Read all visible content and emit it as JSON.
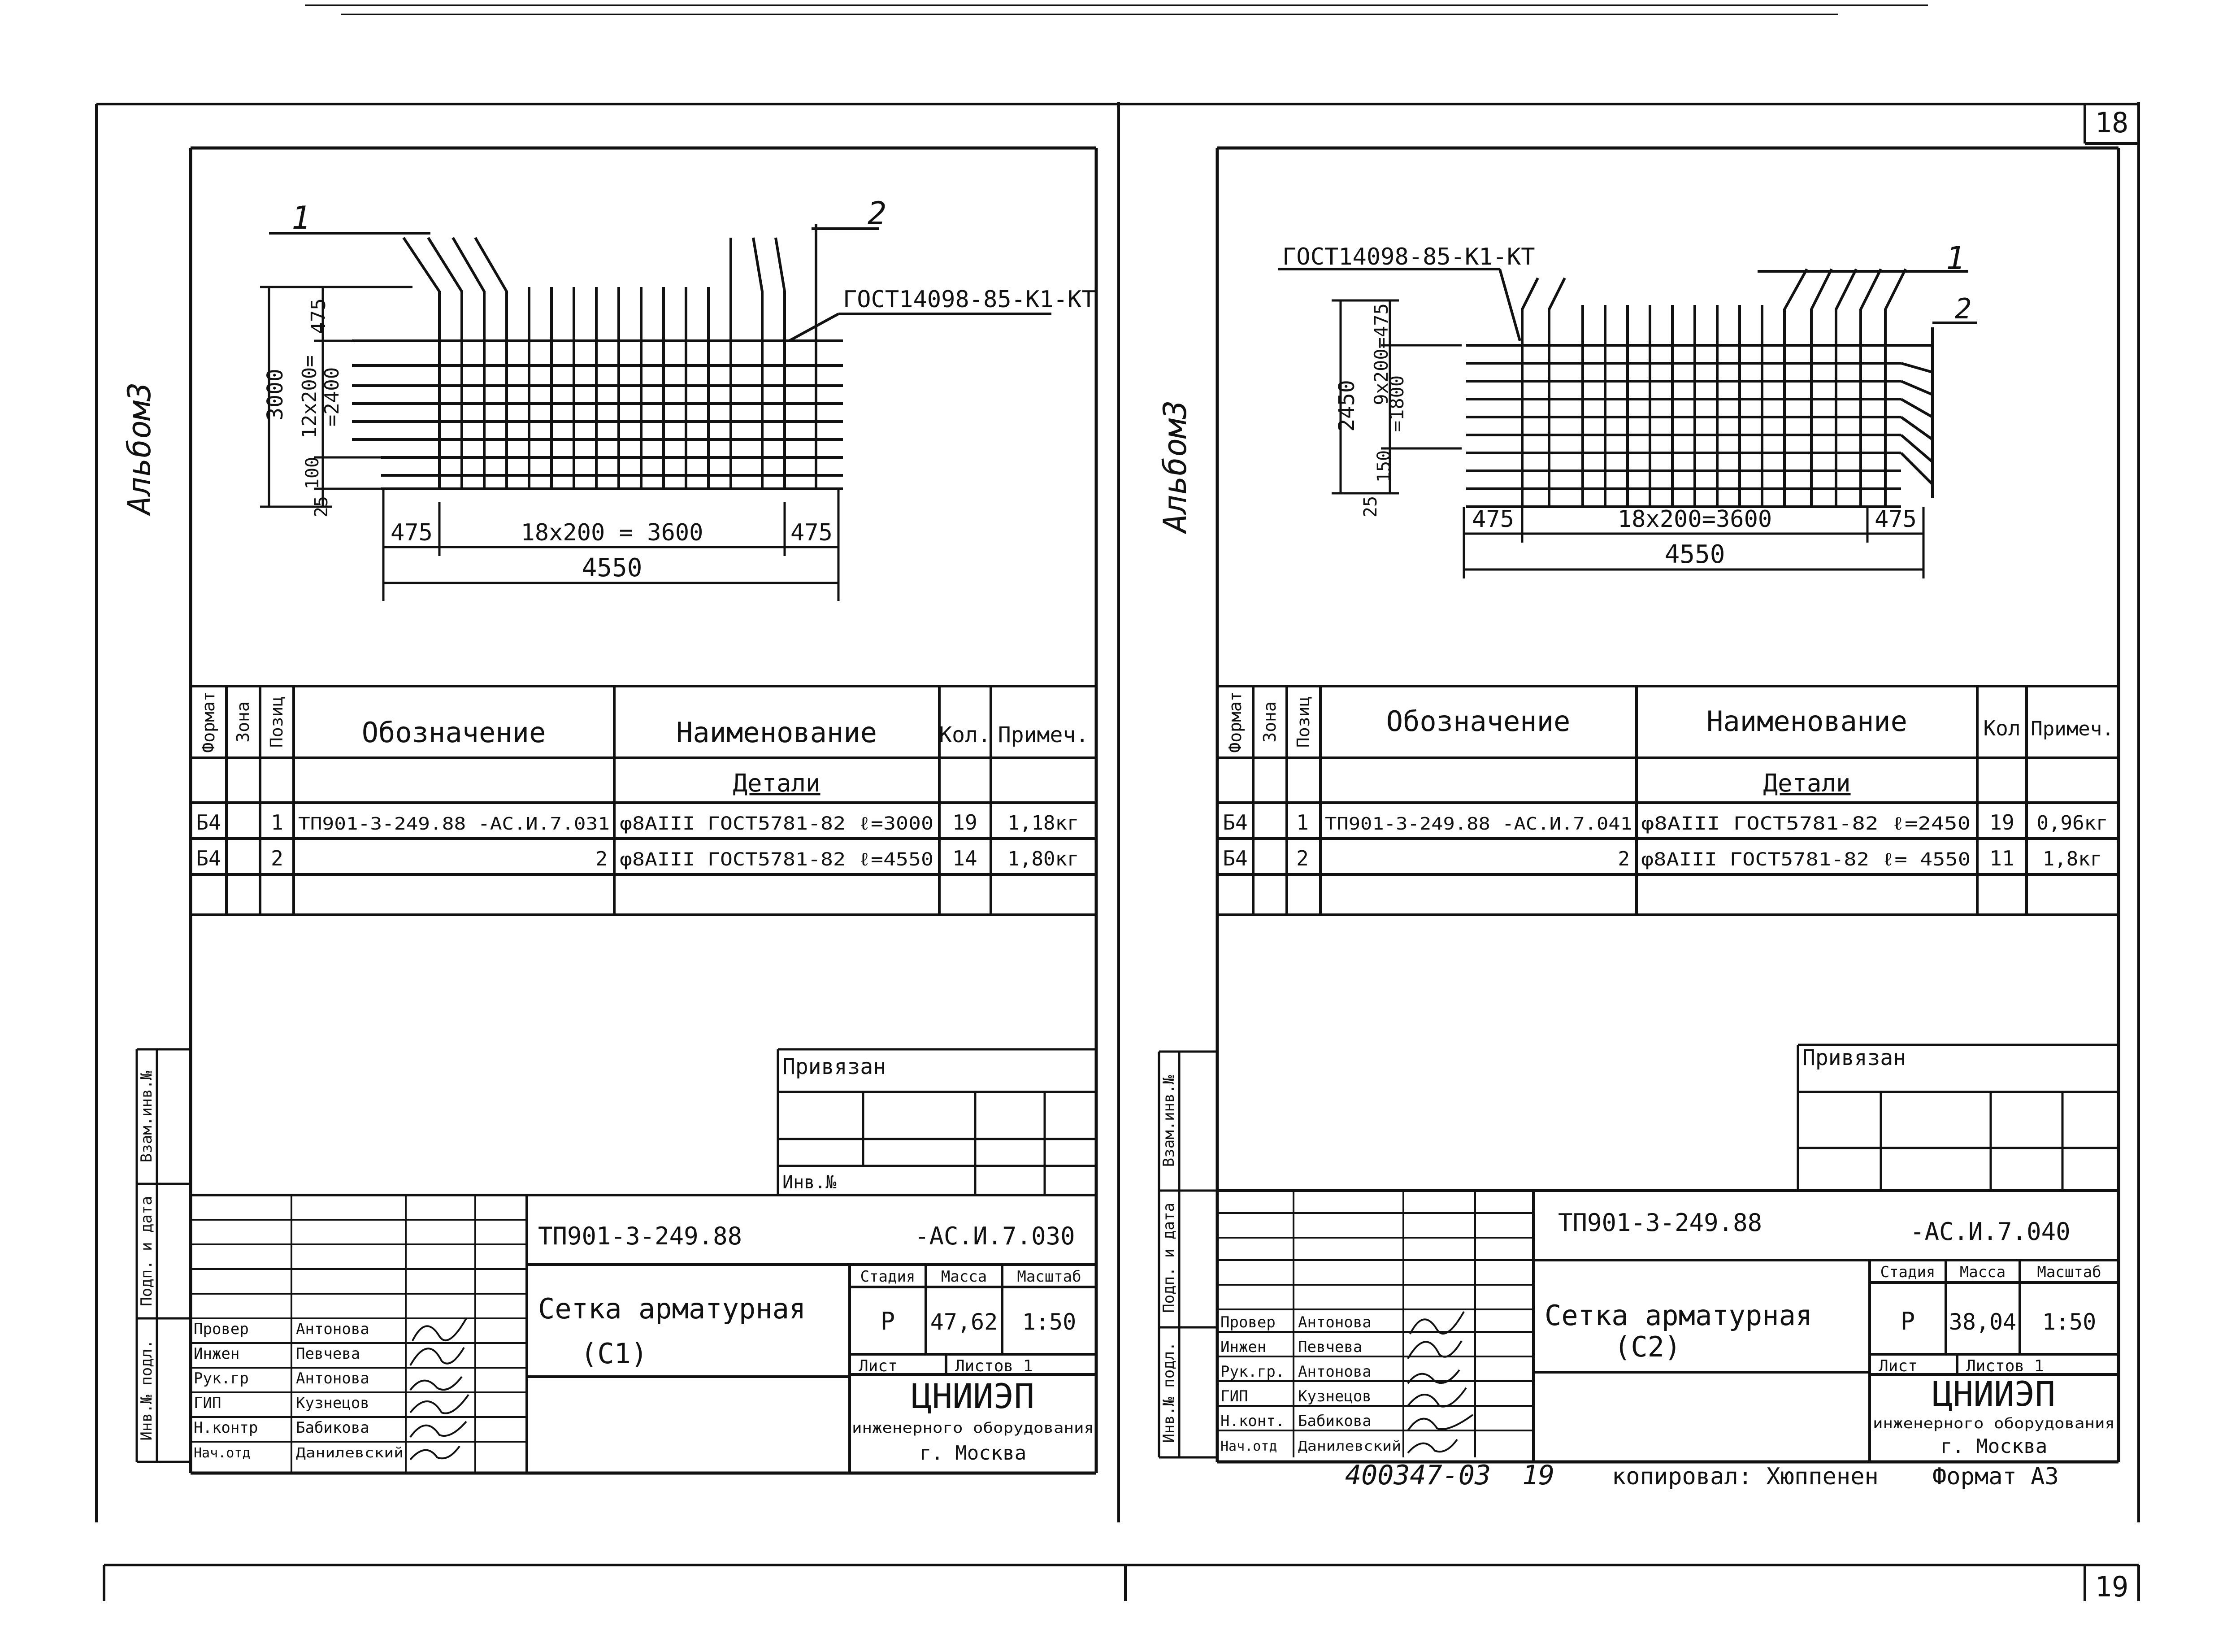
{
  "sheet": {
    "page_numbers": [
      "18",
      "19"
    ],
    "album_label": "Альбом3",
    "bottom_note": {
      "code": "400347-03",
      "num": "19",
      "copied": "копировал: Хюппенен",
      "format": "Формат А3"
    }
  },
  "drawings": [
    {
      "callout_1": "1",
      "callout_2": "2",
      "gost_note": "ГОСТ14098-85-К1-КТ",
      "dim_v_total": "3000",
      "dim_v_top": "475",
      "dim_v_mid": "12x200=",
      "dim_v_mid2": "=2400",
      "dim_v_low": "100",
      "dim_v_bot": "25",
      "dim_h_left": "475",
      "dim_h_mid": "18x200 = 3600",
      "dim_h_right": "475",
      "dim_h_total": "4550",
      "spec": {
        "headers": {
          "format": "Формат",
          "zone": "Зона",
          "pos": "Позиц",
          "designation": "Обозначение",
          "name": "Наименование",
          "qty": "Кол.",
          "note": "Примеч."
        },
        "section": "Детали",
        "rows": [
          {
            "format": "Б4",
            "pos": "1",
            "designation": "ТП901-3-249.88 -АС.И.7.031",
            "name": "φ8АIII ГОСТ5781-82 ℓ=3000",
            "qty": "19",
            "note": "1,18кг"
          },
          {
            "format": "Б4",
            "pos": "2",
            "designation": "2",
            "name": "φ8АIII ГОСТ5781-82 ℓ=4550",
            "qty": "14",
            "note": "1,80кг"
          }
        ]
      },
      "stamp": {
        "privyazan": "Привязан",
        "inv_no": "Инв.№",
        "side_labels": [
          "Инв.№ подл.",
          "Подп. и дата",
          "Взам.инв.№"
        ],
        "doc_code": "ТП901-3-249.88",
        "doc_suffix": "-АС.И.7.030",
        "title": "Сетка арматурная",
        "title2": "(С1)",
        "stage_h": "Стадия",
        "mass_h": "Масса",
        "scale_h": "Масштаб",
        "stage": "Р",
        "mass": "47,62",
        "scale": "1:50",
        "sheet_h": "Лист",
        "sheets_h": "Листов 1",
        "org": "ЦНИИЭП",
        "org2": "инженерного оборудования",
        "org3": "г. Москва",
        "people": [
          {
            "role": "Провер",
            "name": "Антонова"
          },
          {
            "role": "Инжен",
            "name": "Певчева"
          },
          {
            "role": "Рук.гр",
            "name": "Антонова"
          },
          {
            "role": "ГИП",
            "name": "Кузнецов"
          },
          {
            "role": "Н.контр",
            "name": "Бабикова"
          },
          {
            "role": "Нач.отд",
            "name": "Данилевский"
          }
        ]
      }
    },
    {
      "callout_1": "1",
      "callout_2": "2",
      "gost_note": "ГОСТ14098-85-К1-КТ",
      "dim_v_total": "2450",
      "dim_v_top": "9x200=475",
      "dim_v_mid": "=1800",
      "dim_v_low": "150",
      "dim_v_bot": "25",
      "dim_h_left": "475",
      "dim_h_mid": "18x200=3600",
      "dim_h_right": "475",
      "dim_h_total": "4550",
      "spec": {
        "headers": {
          "format": "Формат",
          "zone": "Зона",
          "pos": "Позиц",
          "designation": "Обозначение",
          "name": "Наименование",
          "qty": "Кол",
          "note": "Примеч."
        },
        "section": "Детали",
        "rows": [
          {
            "format": "Б4",
            "pos": "1",
            "designation": "ТП901-3-249.88 -АС.И.7.041",
            "name": "φ8АIII ГОСТ5781-82 ℓ=2450",
            "qty": "19",
            "note": "0,96кг"
          },
          {
            "format": "Б4",
            "pos": "2",
            "designation": "2",
            "name": "φ8АIII ГОСТ5781-82 ℓ= 4550",
            "qty": "11",
            "note": "1,8кг"
          }
        ]
      },
      "stamp": {
        "privyazan": "Привязан",
        "inv_no": "",
        "side_labels": [
          "Инв.№ подл.",
          "Подп. и дата",
          "Взам.инв.№"
        ],
        "doc_code": "ТП901-3-249.88",
        "doc_suffix": "-АС.И.7.040",
        "title": "Сетка арматурная",
        "title2": "(С2)",
        "stage_h": "Стадия",
        "mass_h": "Масса",
        "scale_h": "Масштаб",
        "stage": "Р",
        "mass": "38,04",
        "scale": "1:50",
        "sheet_h": "Лист",
        "sheets_h": "Листов 1",
        "org": "ЦНИИЭП",
        "org2": "инженерного оборудования",
        "org3": "г. Москва",
        "people": [
          {
            "role": "Провер",
            "name": "Антонова"
          },
          {
            "role": "Инжен",
            "name": "Певчева"
          },
          {
            "role": "Рук.гр.",
            "name": "Антонова"
          },
          {
            "role": "ГИП",
            "name": "Кузнецов"
          },
          {
            "role": "Н.конт.",
            "name": "Бабикова"
          },
          {
            "role": "Нач.отд",
            "name": "Данилевский"
          }
        ]
      }
    }
  ]
}
